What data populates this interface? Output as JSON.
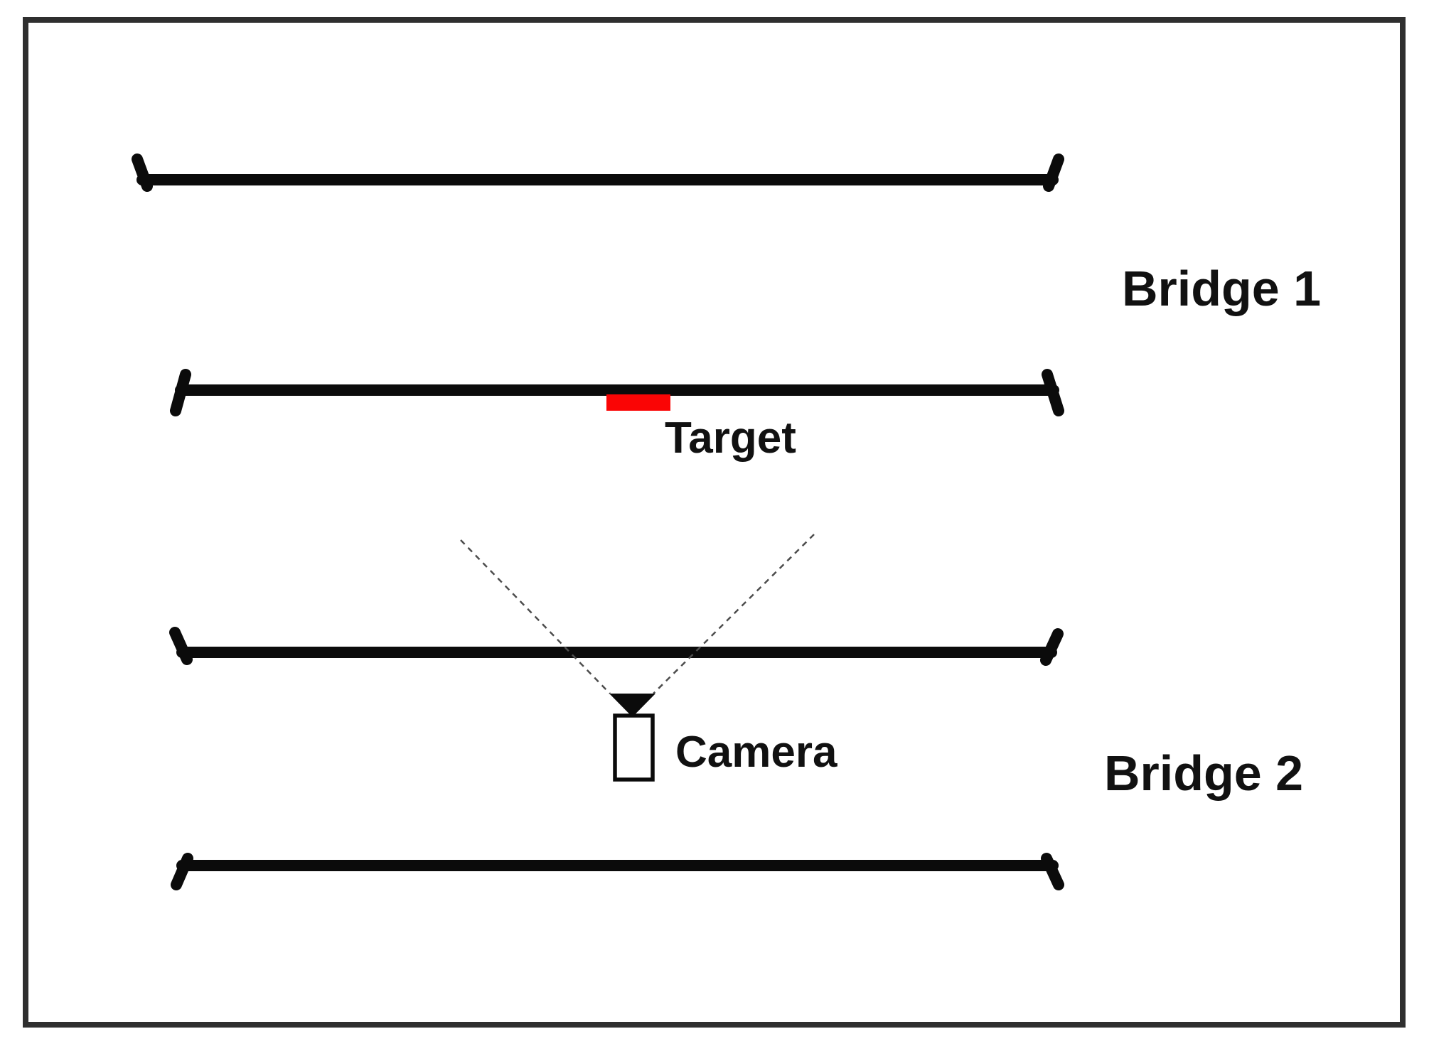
{
  "figure": {
    "labels": {
      "bridge1": "Bridge 1",
      "bridge2": "Bridge 2",
      "target": "Target",
      "camera": "Camera"
    },
    "colors": {
      "background": "#ffffff",
      "line_black": "#0b0b0b",
      "text_black": "#111111",
      "target_red": "#fa0505",
      "dashed_gray": "#4d4d4d",
      "border_gray": "#2f2f2f",
      "camera_body_fill": "#ffffff"
    }
  }
}
